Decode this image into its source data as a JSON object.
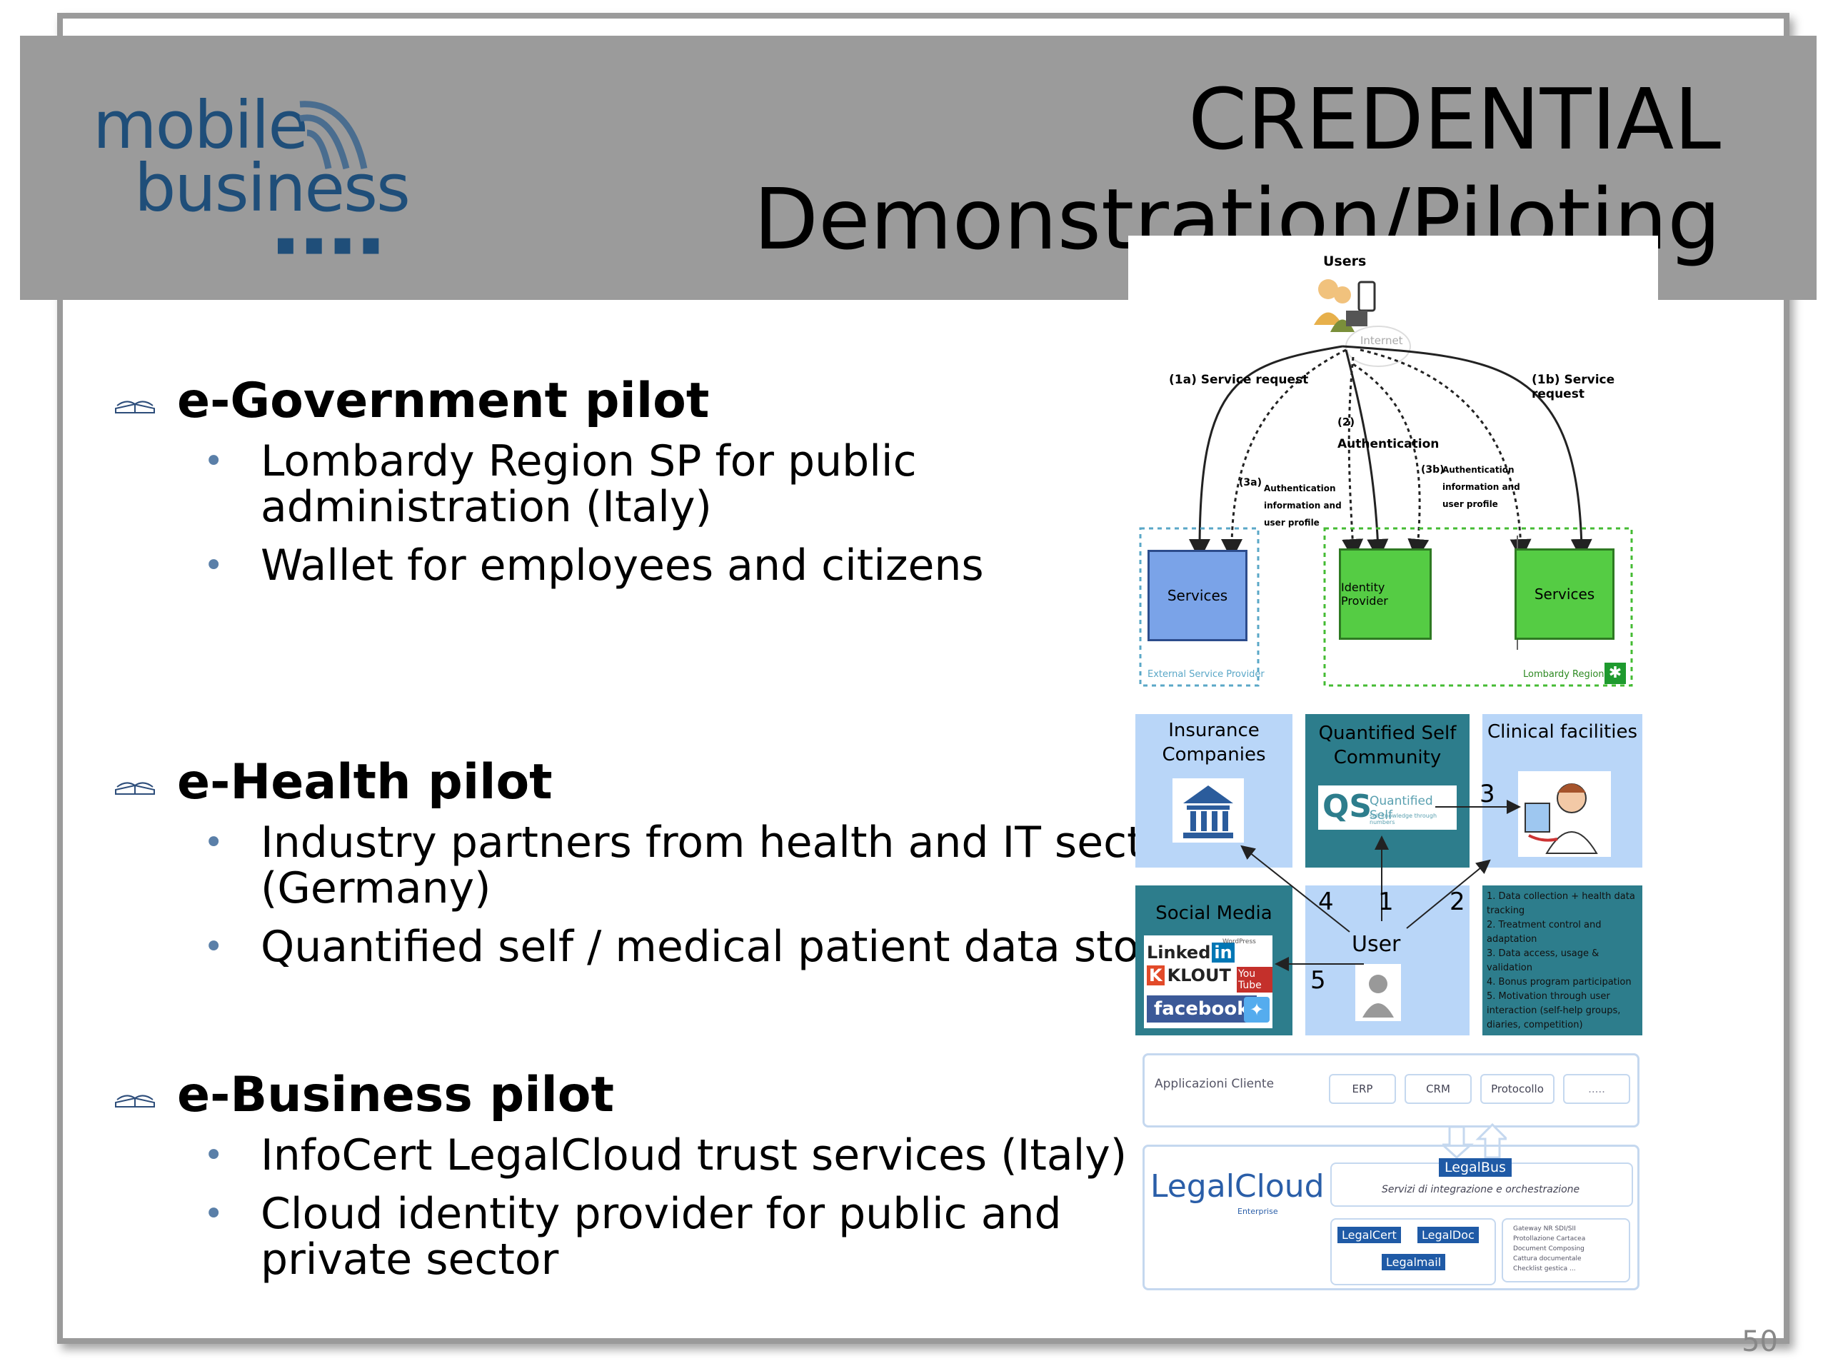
{
  "logo": {
    "line1": "mobile",
    "line2": "business",
    "dots": "▪▪▪▪"
  },
  "title": {
    "line1": "CREDENTIAL",
    "line2": "Demonstration/Piloting"
  },
  "sections": [
    {
      "title": "e-Government pilot",
      "bullets": [
        "Lombardy Region SP for public administration (Italy)",
        "Wallet for employees and citizens"
      ]
    },
    {
      "title": "e-Health pilot",
      "bullets": [
        "Industry partners from health and IT sector (Germany)",
        "Quantified self / medical patient data store"
      ]
    },
    {
      "title": "e-Business pilot",
      "bullets": [
        "InfoCert LegalCloud trust services (Italy)",
        "Cloud identity provider for public and private sector"
      ]
    }
  ],
  "gov_diagram": {
    "users": "Users",
    "internet": "Internet",
    "req_left": "(1a) Service request",
    "req_right": "(1b) Service request",
    "auth": "Authentication",
    "auth_num": "(2)",
    "info_left_num": "(3a)",
    "info_left": "Authentication information and user profile",
    "info_right_num": "(3b)",
    "info_right": "Authentication information and user profile",
    "box_services_left": "Services",
    "box_idp": "Identity Provider",
    "box_services_right": "Services",
    "ext_provider": "External Service Provider",
    "lombardy": "Lombardy Region"
  },
  "health_diagram": {
    "insurance": "Insurance Companies",
    "qs_community": "Quantified Self Community",
    "clinical": "Clinical facilities",
    "social": "Social Media",
    "user": "User",
    "qs_logo": "QS",
    "qs_name": "Quantified Self",
    "qs_tagline": "self knowledge through numbers",
    "linkedin": "Linked",
    "linkedin_in": "in",
    "klout": "KLOUT",
    "wordpress": "WordPress",
    "youtube": "You Tube",
    "facebook": "facebook",
    "n1": "1",
    "n2": "2",
    "n3": "3",
    "n4": "4",
    "n5": "5",
    "list": [
      "1. Data collection + health data tracking",
      "2. Treatment control and adaptation",
      "3. Data access, usage & validation",
      "4. Bonus program participation",
      "5. Motivation through user interaction (self-help groups, diaries, competition)"
    ]
  },
  "business_diagram": {
    "clients": "Applicazioni Cliente",
    "erp": "ERP",
    "crm": "CRM",
    "protocollo": "Protocollo",
    "more": ".....",
    "legalcloud": "LegalCloud",
    "enterprise": "Enterprise",
    "legalbus": "LegalBus",
    "bus_desc": "Servizi di integrazione e orchestrazione",
    "legalcert": "LegalCert",
    "legaldoc": "LegalDoc",
    "legalmail": "Legalmail",
    "side_list": "Gateway NR SDI/SII\nProtollazione Cartacea\nDocument Composing\nCattura documentale\nChecklist gestica ..."
  },
  "page_number": "50"
}
